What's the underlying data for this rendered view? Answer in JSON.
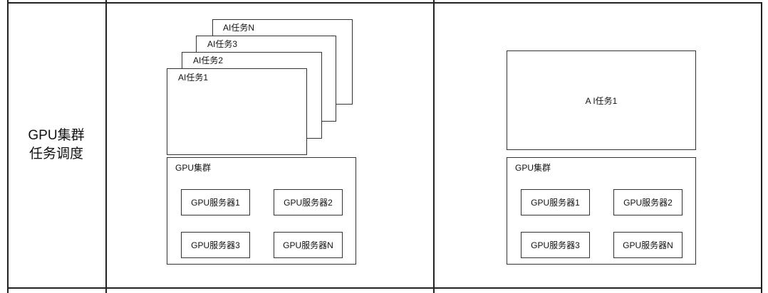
{
  "row_label": {
    "line1": "GPU集群",
    "line2": "任务调度"
  },
  "left_diagram": {
    "tasks": [
      "AI任务N",
      "AI任务3",
      "AI任务2",
      "AI任务1"
    ],
    "cluster": {
      "label": "GPU集群",
      "servers": [
        "GPU服务器1",
        "GPU服务器2",
        "GPU服务器3",
        "GPU服务器N"
      ]
    }
  },
  "right_diagram": {
    "task": "A I任务1",
    "cluster": {
      "label": "GPU集群",
      "servers": [
        "GPU服务器1",
        "GPU服务器2",
        "GPU服务器3",
        "GPU服务器N"
      ]
    }
  }
}
